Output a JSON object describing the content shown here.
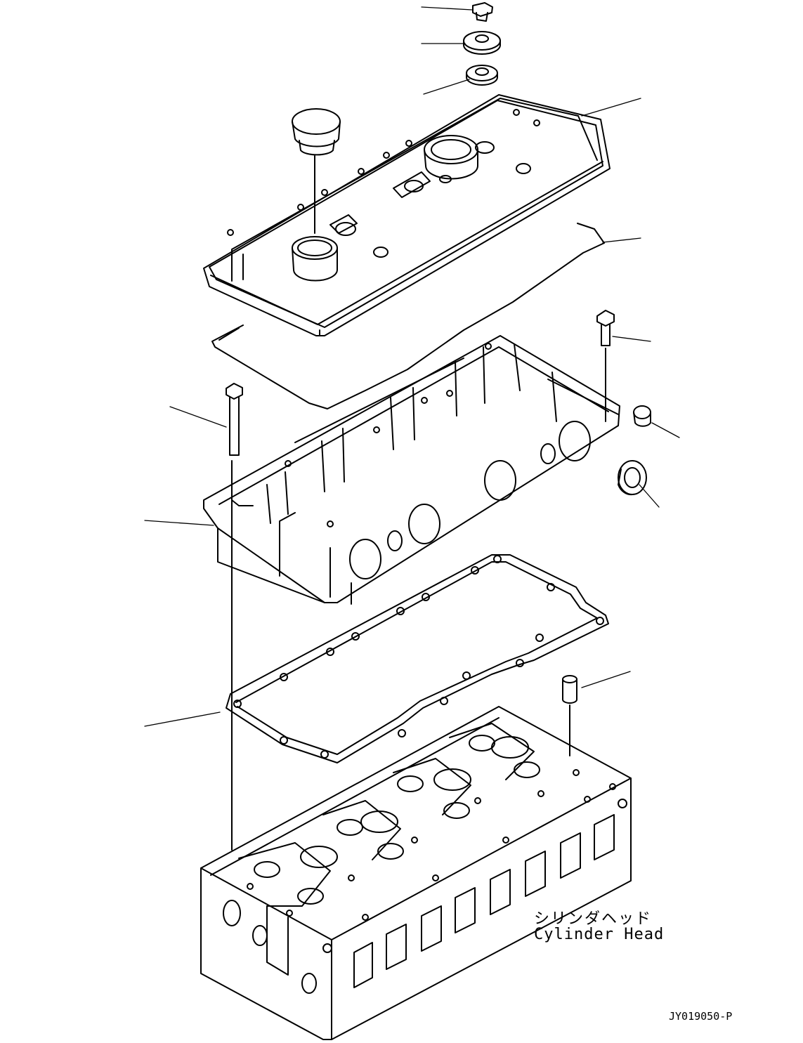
{
  "labels": {
    "part_name_jp": "シリンダヘッド",
    "part_name_en": "Cylinder Head",
    "drawing_id": "JY019050-P"
  }
}
